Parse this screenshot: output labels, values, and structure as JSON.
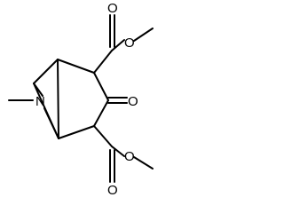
{
  "structure": {
    "atom_labels": {
      "o_top_carbonyl": "O",
      "o_top_ester": "O",
      "o_ketone": "O",
      "n_bridge": "N",
      "o_bottom_carbonyl": "O",
      "o_bottom_ester": "O"
    }
  }
}
